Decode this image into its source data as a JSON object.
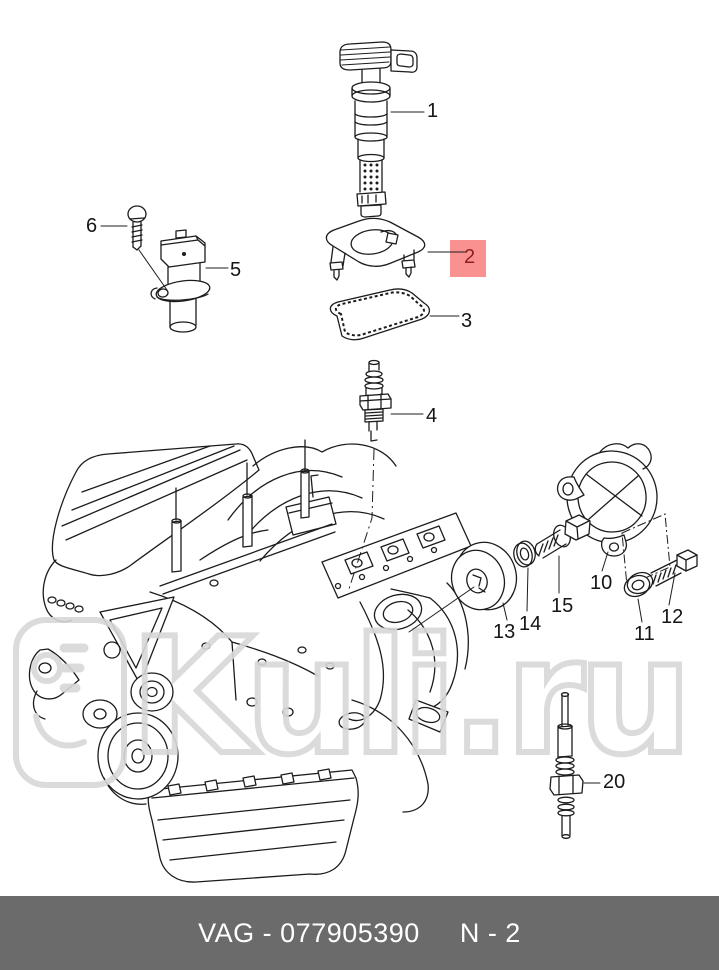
{
  "diagram": {
    "highlight_color": "#fa9191",
    "highlight_number_color": "#8e1f1f",
    "line_color": "#1c1c1c",
    "parts": {
      "p1": {
        "label": "1",
        "name": "ignition-coil"
      },
      "p2": {
        "label": "2",
        "name": "coil-retaining-bracket",
        "highlighted": true
      },
      "p3": {
        "label": "3",
        "name": "gasket-seal"
      },
      "p4": {
        "label": "4",
        "name": "spark-plug"
      },
      "p5": {
        "label": "5",
        "name": "position-sensor"
      },
      "p6": {
        "label": "6",
        "name": "screw"
      },
      "p10": {
        "label": "10",
        "name": "clamp-bracket"
      },
      "p11": {
        "label": "11",
        "name": "washer"
      },
      "p12": {
        "label": "12",
        "name": "bolt"
      },
      "p13": {
        "label": "13",
        "name": "roller-disc"
      },
      "p14": {
        "label": "14",
        "name": "seal-ring"
      },
      "p15": {
        "label": "15",
        "name": "bolt"
      },
      "p20": {
        "label": "20",
        "name": "glow-plug"
      }
    }
  },
  "watermark": {
    "text": "Kuli.ru",
    "color": "#d8d8d8",
    "logo": "kuli-logo"
  },
  "footer": {
    "catalog_code": "VAG - 077905390",
    "page_code": "N - 2",
    "background": "#6b6b6b",
    "text_color": "#ffffff"
  }
}
